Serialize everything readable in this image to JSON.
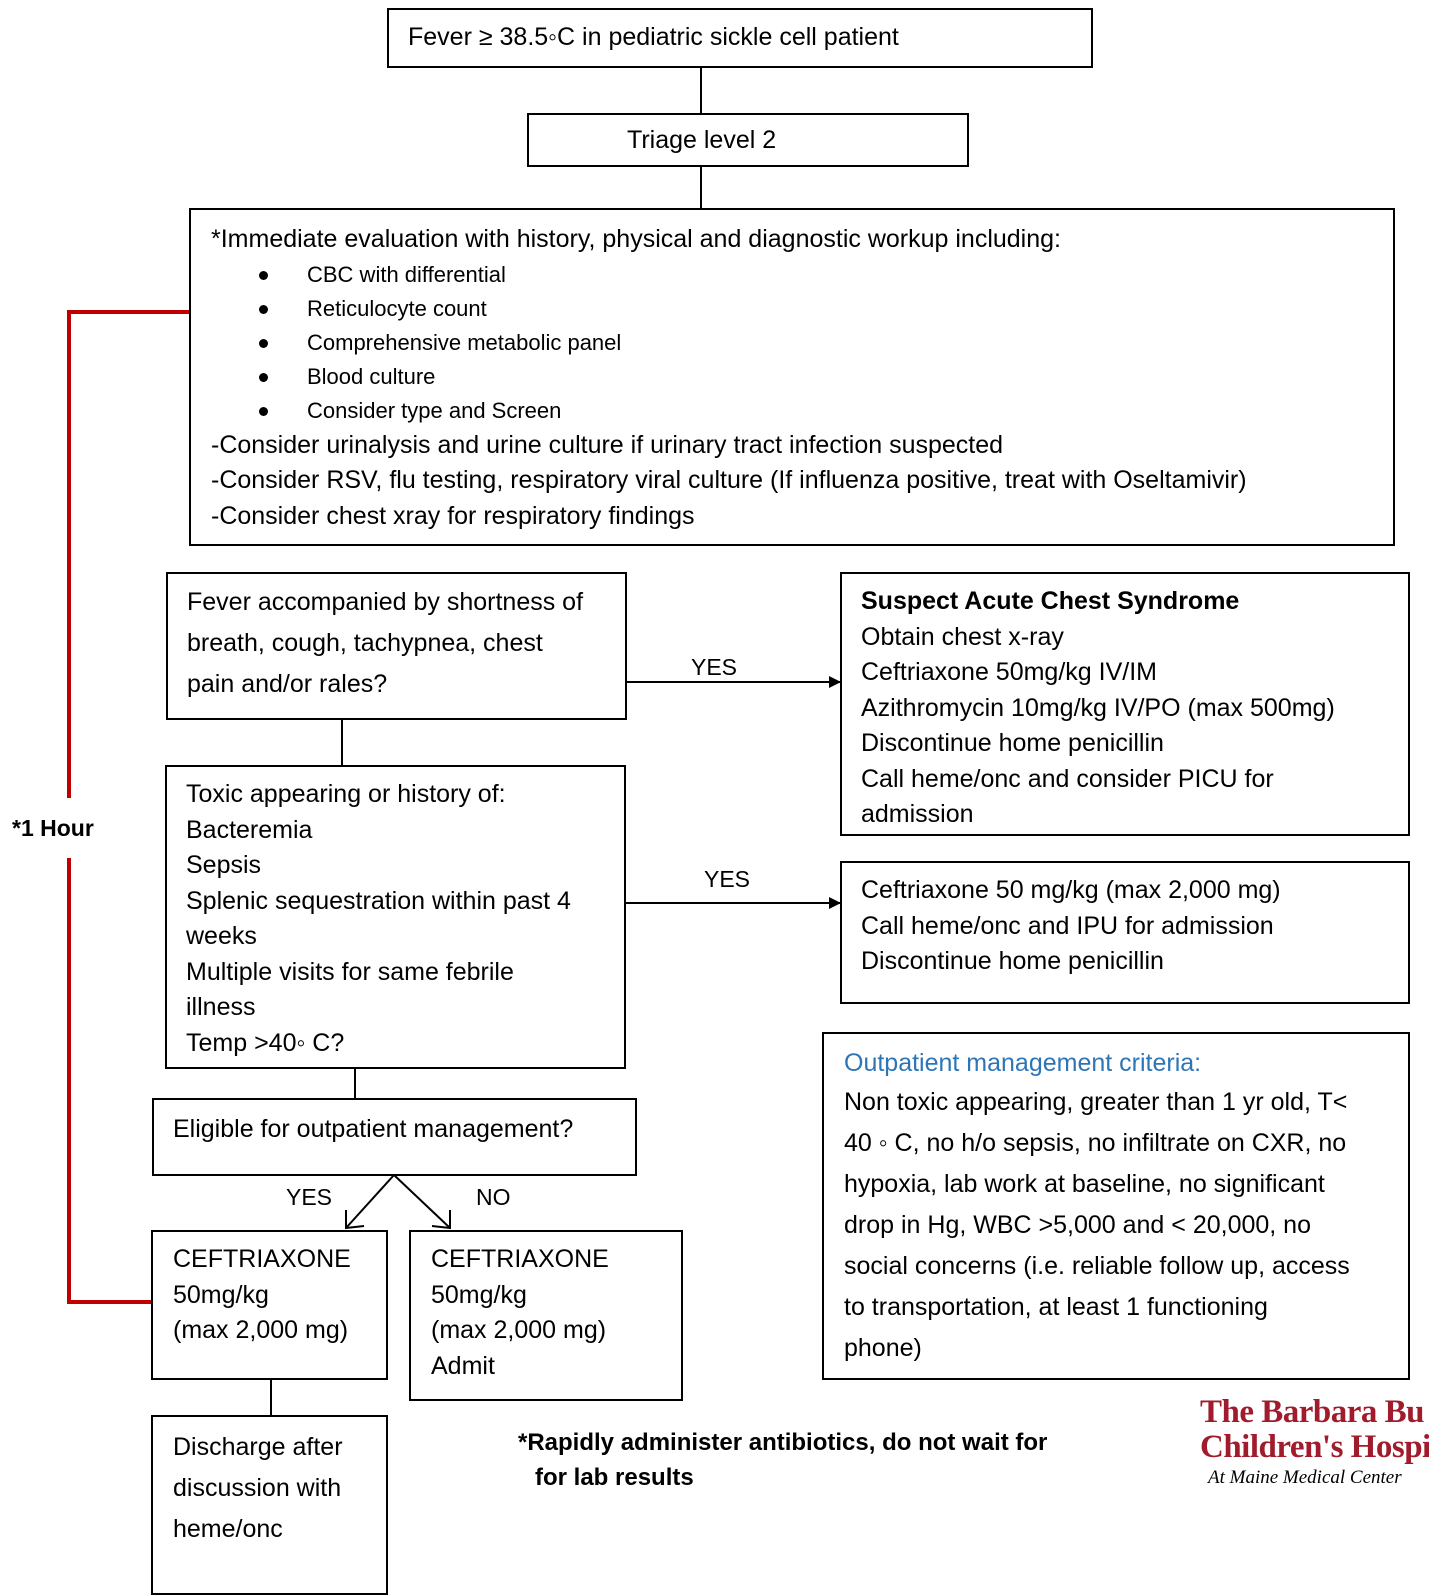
{
  "colors": {
    "red_bracket": "#c00000",
    "criteria_heading": "#2e75b6",
    "logo": "#a01c2c"
  },
  "start": {
    "text": "Fever ≥ 38.5◦C in pediatric sickle cell patient"
  },
  "triage": {
    "text": "Triage level 2"
  },
  "workup": {
    "intro": "*Immediate evaluation with history, physical and diagnostic workup including:",
    "bullets": [
      "CBC with differential",
      "Reticulocyte count",
      "Comprehensive metabolic panel",
      "Blood culture",
      "Consider type and Screen"
    ],
    "lines": [
      "-Consider urinalysis and urine culture if urinary tract infection suspected",
      "-Consider RSV, flu testing, respiratory viral culture  (If influenza positive, treat with Oseltamivir)",
      "-Consider chest xray for respiratory findings"
    ]
  },
  "resp_question": {
    "lines": [
      "Fever accompanied by shortness of",
      "breath, cough, tachypnea, chest",
      "pain and/or rales?"
    ]
  },
  "acs": {
    "title": "Suspect Acute Chest Syndrome",
    "lines": [
      "Obtain chest x-ray",
      "Ceftriaxone 50mg/kg IV/IM",
      "Azithromycin 10mg/kg IV/PO (max 500mg)",
      "Discontinue home penicillin",
      "Call heme/onc and consider PICU for",
      "admission"
    ]
  },
  "toxic_question": {
    "lines": [
      "Toxic appearing or history of:",
      "Bacteremia",
      "Sepsis",
      "Splenic sequestration within past 4",
      "weeks",
      "Multiple visits for same febrile",
      "illness",
      "Temp >40◦ C?"
    ]
  },
  "toxic_action": {
    "lines": [
      "Ceftriaxone 50 mg/kg (max 2,000 mg)",
      "Call heme/onc and IPU for admission",
      "Discontinue home penicillin"
    ]
  },
  "criteria": {
    "heading": "Outpatient management criteria:",
    "lines": [
      "Non toxic appearing, greater than 1 yr old, T<",
      "40 ◦ C, no h/o sepsis, no infiltrate on CXR, no",
      "hypoxia, lab work at baseline, no significant",
      "drop in Hg, WBC >5,000 and < 20,000, no",
      "social concerns (i.e. reliable follow up, access",
      "to transportation, at least 1 functioning",
      "phone)"
    ]
  },
  "eligible": {
    "text": "Eligible for outpatient management?"
  },
  "yes_label": "YES",
  "no_label": "NO",
  "outpatient_rx": {
    "lines": [
      "CEFTRIAXONE",
      "50mg/kg",
      "(max 2,000 mg)"
    ]
  },
  "admit_rx": {
    "lines": [
      "CEFTRIAXONE",
      "50mg/kg",
      "(max 2,000 mg)",
      "Admit"
    ]
  },
  "discharge": {
    "lines": [
      "Discharge after",
      "discussion with",
      "heme/onc"
    ]
  },
  "hour_label": "*1 Hour",
  "footnote": {
    "lines": [
      "*Rapidly administer antibiotics, do not wait for",
      "for lab results"
    ]
  },
  "logo": {
    "line1": "The Barbara Bu",
    "line2": "Children's Hospit",
    "line3": "At Maine Medical Center"
  }
}
